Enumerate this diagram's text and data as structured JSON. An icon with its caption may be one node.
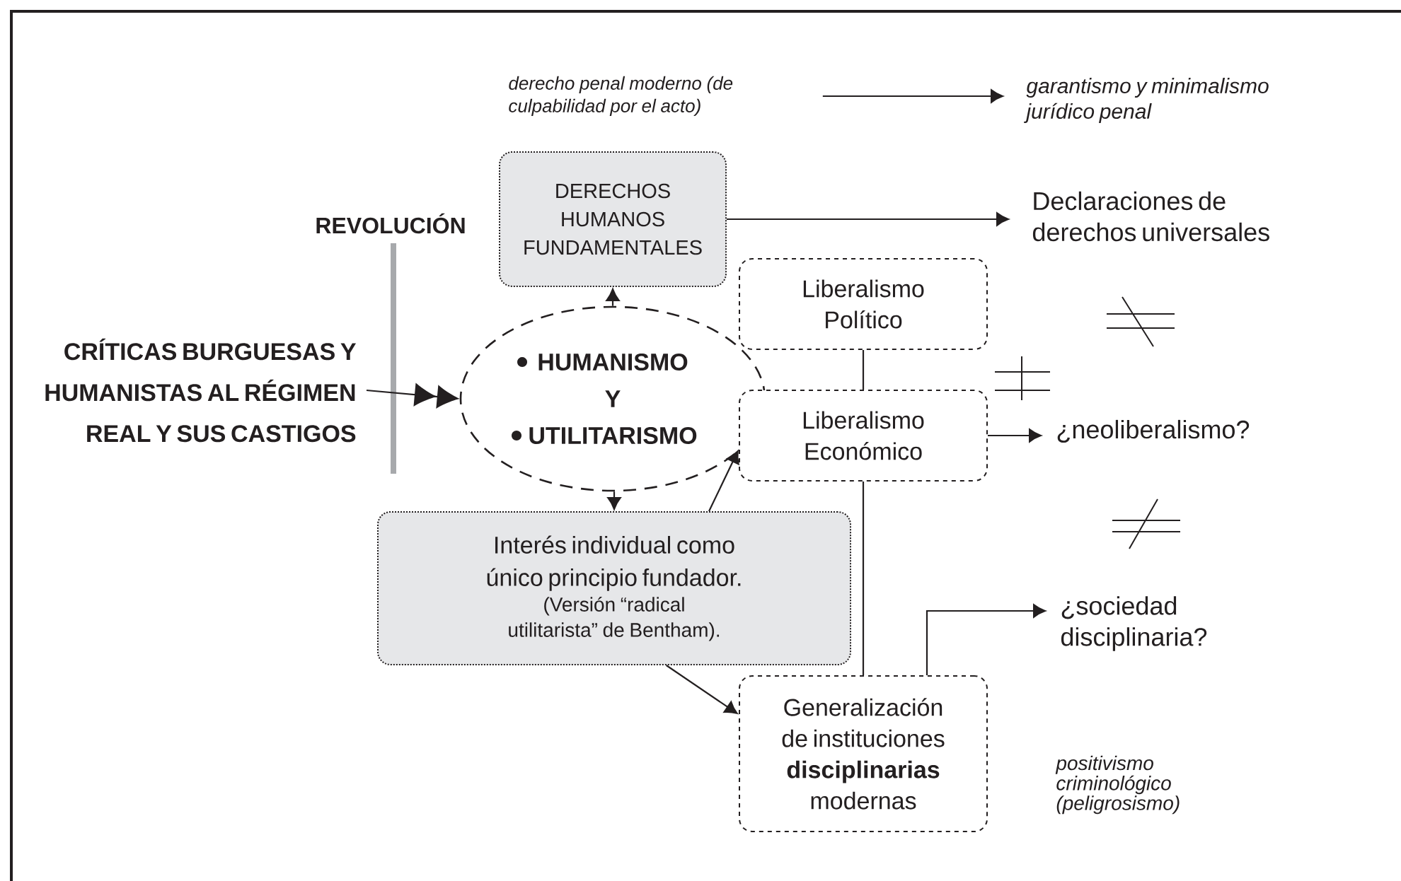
{
  "diagram": {
    "nodes": [
      {
        "text": [
          "CRÍTICAS BURGUESAS Y HUMANISTAS AL RÉGIMEN REAL Y SUS CASTIGOS"
        ]
      },
      {
        "text": [
          "DERECHOS HUMANOS FUNDAMENTALES"
        ]
      },
      {
        "text": [
          "HUMANISMO",
          "Y",
          "UTILITARISMO"
        ]
      },
      {
        "text": [
          "Liberalismo Político"
        ]
      },
      {
        "text": [
          "Liberalismo Económico"
        ]
      },
      {
        "text": [
          "Interés individual como único principio fundador.",
          "(Versión “radical utilitarista” de Bentham)."
        ]
      },
      {
        "text": [
          "Generalización de instituciones **disciplinarias** modernas"
        ]
      },
      {
        "text": [
          "derecho penal moderno (de culpabilidad por el acto)"
        ]
      },
      {
        "text": [
          "garantismo y minimalismo jurídico penal"
        ]
      },
      {
        "text": [
          "Declaraciones de derechos universales"
        ]
      },
      {
        "text": [
          "¿neoliberalismo?"
        ]
      },
      {
        "text": [
          "¿sociedad disciplinaria?"
        ]
      }
    ],
    "edges": [
      {
        "from": 0,
        "to": 2,
        "arrow": "to"
      },
      {
        "from": 2,
        "to": 1,
        "arrow": "to"
      },
      {
        "from": 2,
        "to": 5,
        "arrow": "to"
      },
      {
        "from": 7,
        "to": 8,
        "arrow": "to"
      },
      {
        "from": 1,
        "to": 9,
        "arrow": "to"
      },
      {
        "from": 3,
        "to": 4,
        "arrow": "none"
      },
      {
        "from": 4,
        "to": 10,
        "arrow": "to"
      },
      {
        "from": 5,
        "to": 4,
        "arrow": "to"
      },
      {
        "from": 5,
        "to": 6,
        "arrow": "to"
      },
      {
        "from": 4,
        "to": 6,
        "arrow": "none"
      },
      {
        "from": 6,
        "to": 11,
        "arrow": "to"
      }
    ],
    "labels": [
      "REVOLUCIÓN",
      "positivismo criminológico (peligrosismo)"
    ]
  }
}
